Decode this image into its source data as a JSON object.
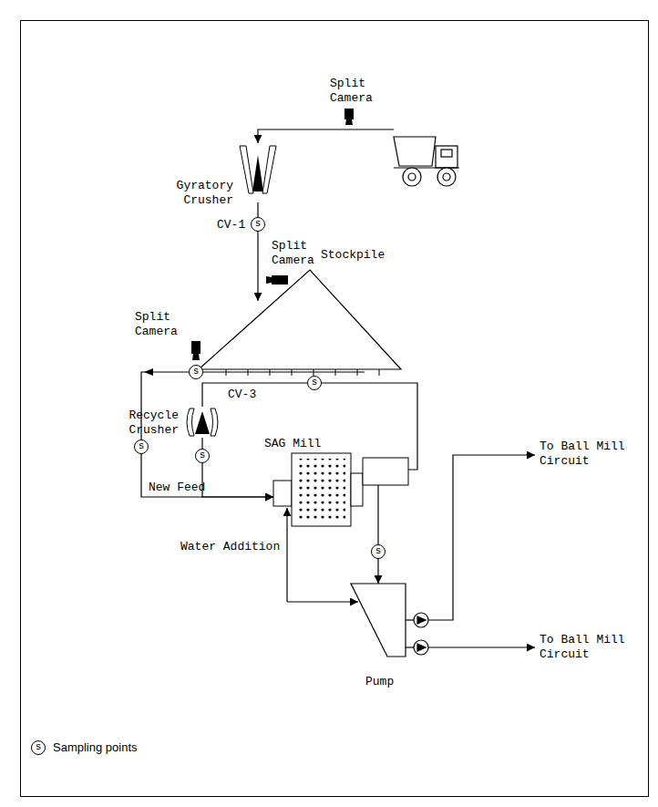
{
  "diagram": {
    "nodes": [
      {
        "text": [
          "Gyratory Crusher"
        ]
      },
      {
        "text": [
          "Stockpile"
        ]
      },
      {
        "text": [
          "Recycle Crusher"
        ]
      },
      {
        "text": [
          "SAG Mill"
        ]
      },
      {
        "text": [
          "Pump"
        ]
      }
    ],
    "edges": [
      {
        "from": 0,
        "to": 1,
        "label": "CV-1",
        "arrow": "to"
      },
      {
        "from": 1,
        "to": 3,
        "label": "New Feed",
        "arrow": "to"
      },
      {
        "from": 2,
        "to": 3,
        "arrow": "to"
      },
      {
        "from": 3,
        "to": 2,
        "arrow": "none"
      },
      {
        "from": 3,
        "to": 4,
        "arrow": "to"
      }
    ],
    "labels": [
      "Split Camera",
      "Split Camera",
      "s",
      "Split Camera",
      "s",
      "CV-3",
      "s",
      "s",
      "s",
      "s",
      "Water Addition",
      "To Ball Mill Circuit",
      "To Ball Mill Circuit",
      "s"
    ],
    "legend": [
      {
        "text": "Sampling points"
      }
    ]
  }
}
